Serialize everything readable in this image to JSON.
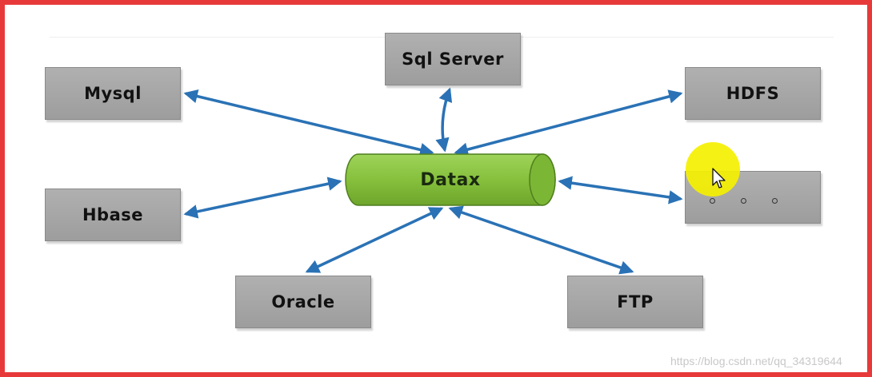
{
  "diagram": {
    "hub": {
      "label": "Datax"
    },
    "nodes": {
      "mysql": {
        "label": "Mysql"
      },
      "sqlserver": {
        "label": "Sql Server"
      },
      "hdfs": {
        "label": "HDFS"
      },
      "hbase": {
        "label": "Hbase"
      },
      "more": {
        "label": ""
      },
      "oracle": {
        "label": "Oracle"
      },
      "ftp": {
        "label": "FTP"
      }
    },
    "colors": {
      "border": "#e8393a",
      "node_fill": "#a6a6a6",
      "hub_fill": "#8cc63f",
      "arrow": "#2a72b5",
      "cursor_highlight": "#f5f000"
    }
  },
  "watermark": {
    "text": "https://blog.csdn.net/qq_34319644"
  }
}
